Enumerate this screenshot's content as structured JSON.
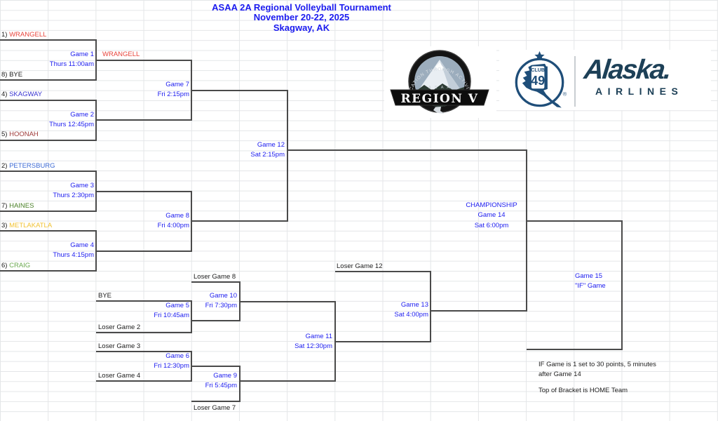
{
  "colors": {
    "accent_blue": "#1b1bef",
    "bracket_line": "#4a4a4a",
    "alaska_navy": "#1d4057",
    "club49_navy": "#1f4e79"
  },
  "title": {
    "line1": "ASAA 2A Regional Volleyball Tournament",
    "line2": "November 20-22, 2025",
    "line3": "Skagway, AK"
  },
  "teams": [
    {
      "seed": "1)",
      "name": "WRANGELL",
      "color": "#e8453c"
    },
    {
      "seed": "8)",
      "name": "BYE",
      "color": "#1c1c1c"
    },
    {
      "seed": "4)",
      "name": "SKAGWAY",
      "color": "#3a35d1"
    },
    {
      "seed": "5)",
      "name": "HOONAH",
      "color": "#9e3a38"
    },
    {
      "seed": "2)",
      "name": "PETERSBURG",
      "color": "#3e6bd5"
    },
    {
      "seed": "7)",
      "name": "HAINES",
      "color": "#4a8027"
    },
    {
      "seed": "3)",
      "name": "METLAKATLA",
      "color": "#f1c232"
    },
    {
      "seed": "6)",
      "name": "CRAIG",
      "color": "#6aa84f"
    }
  ],
  "advancer": {
    "name": "WRANGELL",
    "color": "#e8453c"
  },
  "games": {
    "g1": {
      "label": "Game 1",
      "time": "Thurs 11:00am"
    },
    "g2": {
      "label": "Game 2",
      "time": "Thurs 12:45pm"
    },
    "g3": {
      "label": "Game 3",
      "time": "Thurs 2:30pm"
    },
    "g4": {
      "label": "Game 4",
      "time": "Thurs 4:15pm"
    },
    "g5": {
      "label": "Game 5",
      "time": "Fri 10:45am"
    },
    "g6": {
      "label": "Game 6",
      "time": "Fri 12:30pm"
    },
    "g7": {
      "label": "Game 7",
      "time": "Fri 2:15pm"
    },
    "g8": {
      "label": "Game 8",
      "time": "Fri 4:00pm"
    },
    "g9": {
      "label": "Game 9",
      "time": "Fri 5:45pm"
    },
    "g10": {
      "label": "Game 10",
      "time": "Fri 7:30pm"
    },
    "g11": {
      "label": "Game 11",
      "time": "Sat 12:30pm"
    },
    "g12": {
      "label": "Game 12",
      "time": "Sat 2:15pm"
    },
    "g13": {
      "label": "Game 13",
      "time": "Sat 4:00pm"
    }
  },
  "championship": {
    "heading": "CHAMPIONSHIP",
    "label": "Game 14",
    "time": "Sat 6:00pm"
  },
  "if_game": {
    "label": "Game 15",
    "sub": "\"IF\" Game"
  },
  "feeders": {
    "bye": "BYE",
    "loser_g2": "Loser Game 2",
    "loser_g3": "Loser Game 3",
    "loser_g4": "Loser Game 4",
    "loser_g7": "Loser Game 7",
    "loser_g8": "Loser Game 8",
    "loser_g12": "Loser Game 12"
  },
  "notes": {
    "if_rule_line1": "IF Game is 1 set to 30 points, 5 minutes",
    "if_rule_line2": "after Game 14",
    "home_team": "Top of Bracket is HOME Team"
  },
  "logos": {
    "region_v": {
      "arc_text": "EDUCATION THROUGH ACTIVITIES",
      "asaa": "A S A A",
      "name": "REGION V"
    },
    "club49": {
      "club": "CLUB",
      "number": "49",
      "registered": "®"
    },
    "alaska_airlines": {
      "wordmark": "Alaska.",
      "subtext": "AIRLINES"
    }
  }
}
